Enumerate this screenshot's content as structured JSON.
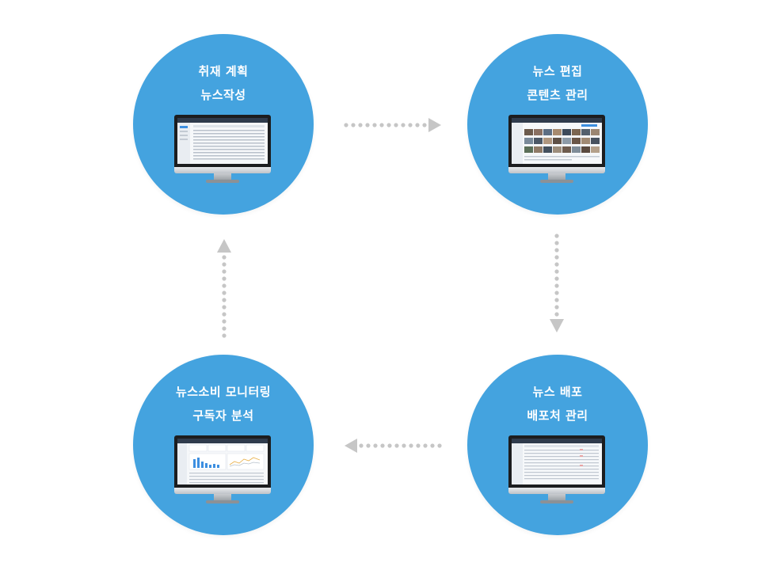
{
  "colors": {
    "circle": "#44a3df",
    "arrow": "#c6c6c6"
  },
  "steps": [
    {
      "line1": "취재 계획",
      "line2": "뉴스작성",
      "screen": "article-list"
    },
    {
      "line1": "뉴스 편집",
      "line2": "콘텐츠 관리",
      "screen": "photo-grid"
    },
    {
      "line1": "뉴스 배포",
      "line2": "배포처 관리",
      "screen": "table-list"
    },
    {
      "line1": "뉴스소비 모니터링",
      "line2": "구독자 분석",
      "screen": "analytics-dashboard"
    }
  ]
}
